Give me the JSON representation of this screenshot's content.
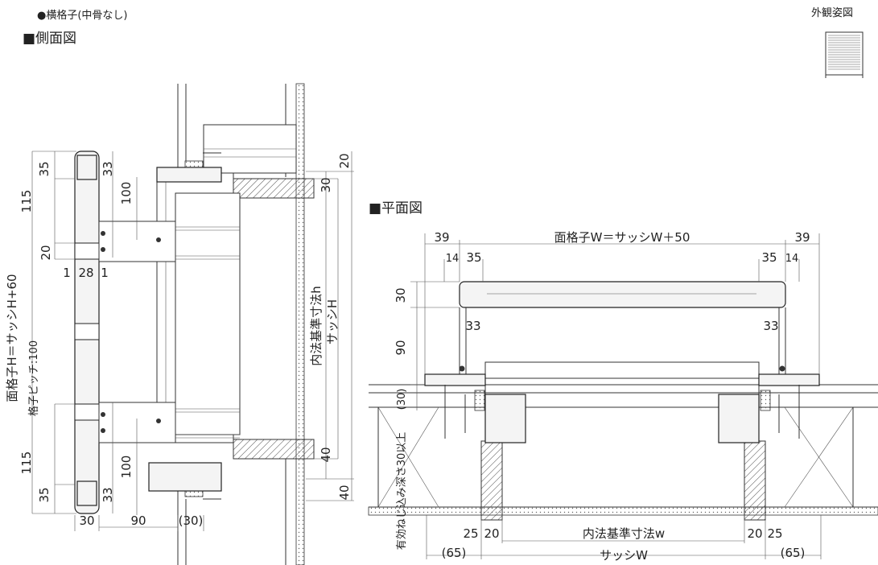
{
  "header": {
    "type_note": "●横格子(中骨なし)",
    "side_view_title": "■側面図",
    "plan_view_title": "■平面図",
    "appearance_label": "外観姿図"
  },
  "side_view": {
    "dims": {
      "d35_top": "35",
      "d33_top": "33",
      "d115_top": "115",
      "d100_top": "100",
      "d20": "20",
      "d1_left": "1",
      "d28": "28",
      "d1_right": "1",
      "d115_bottom": "115",
      "d100_bottom": "100",
      "d35_bottom": "35",
      "d33_bottom": "33",
      "d30": "30",
      "d90": "90",
      "d30_paren": "(30)",
      "d20_right": "20",
      "d30_right": "30",
      "d40_right": "40",
      "d40_far": "40"
    },
    "labels": {
      "face_height": "面格子H＝サッシH+60",
      "pitch": "格子ピッチ:100",
      "inner_h": "内法基準寸法h",
      "sash_h": "サッシH"
    }
  },
  "plan_view": {
    "dims": {
      "d39_left": "39",
      "d39_right": "39",
      "d14_left": "14",
      "d35_left": "35",
      "d35_right": "35",
      "d14_right": "14",
      "d30": "30",
      "d90": "90",
      "d30_paren": "(30)",
      "d33_left": "33",
      "d33_right": "33",
      "d25_left": "25",
      "d20_left": "20",
      "d20_right": "20",
      "d25_right": "25",
      "d65_left": "(65)",
      "d65_right": "(65)"
    },
    "labels": {
      "face_width": "面格子W＝サッシW＋50",
      "inner_w": "内法基準寸法w",
      "sash_w": "サッシW",
      "screw_depth": "有効ねじ込み深さ30以上"
    }
  }
}
